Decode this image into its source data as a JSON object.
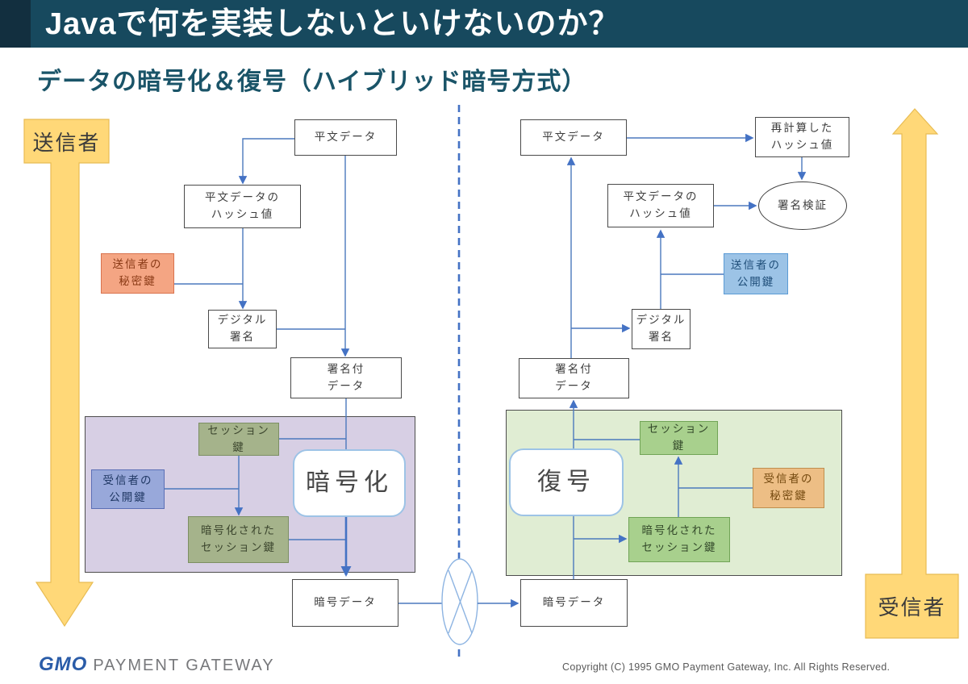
{
  "header": {
    "title": "Javaで何を実装しないといけないのか？"
  },
  "subtitle": "データの暗号化＆復号（ハイブリッド暗号方式）",
  "lanes": {
    "sender": "送信者",
    "receiver": "受信者"
  },
  "labels": {
    "plain_data": "平文データ",
    "plain_hash": "平文データの\nハッシュ値",
    "sender_private_key": "送信者の\n秘密鍵",
    "digital_signature": "デジタル\n署名",
    "signed_data": "署名付\nデータ",
    "session_key": "セッション\n鍵",
    "receiver_public_key": "受信者の\n公開鍵",
    "encrypt": "暗号化",
    "encrypted_session_key": "暗号化された\nセッション鍵",
    "cipher_data": "暗号データ",
    "decrypt": "復号",
    "receiver_private_key": "受信者の\n秘密鍵",
    "sender_public_key": "送信者の\n公開鍵",
    "recalculated_hash": "再計算した\nハッシュ値",
    "signature_verification": "署名検証"
  },
  "colors": {
    "header_navy": "#17495E",
    "header_accent_dark": "#122F3F",
    "subtitle_teal": "#1A5468",
    "lane_arrow_yellow": "#FFD878",
    "sender_private_key_fill": "#F4A583",
    "receiver_public_key_fill": "#98A8DA",
    "session_key_sender_fill": "#A5B38B",
    "sender_public_key_fill": "#9CC3E6",
    "session_key_receiver_fill": "#A8D08D",
    "receiver_private_key_fill": "#EDBE85",
    "sender_panel_fill": "#D7CFE4",
    "receiver_panel_fill": "#E0EDD3",
    "connector_blue": "#4472C4",
    "logo_blue": "#2A5CA8"
  },
  "footer": {
    "logo_gmo": "GMO",
    "logo_rest": "PAYMENT GATEWAY",
    "copyright": "Copyright (C) 1995 GMO Payment Gateway, Inc. All Rights Reserved."
  }
}
